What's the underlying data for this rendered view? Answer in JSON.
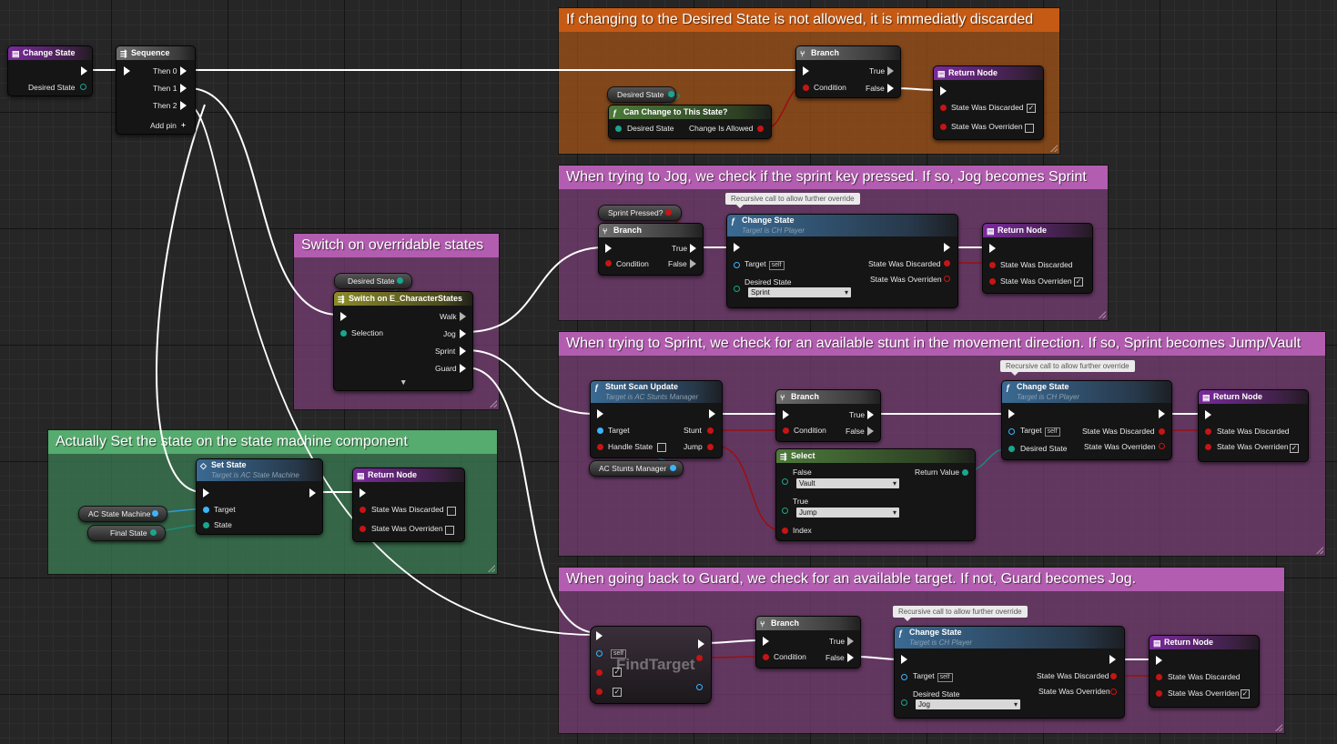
{
  "comments": [
    {
      "title": "If changing to the Desired State is not allowed, it is immediatly discarded"
    },
    {
      "title": "When trying to Jog, we check if the sprint key pressed. If so, Jog becomes Sprint"
    },
    {
      "title": "Switch on overridable states"
    },
    {
      "title": "When trying to Sprint, we check for an available stunt in the movement direction. If so, Sprint becomes Jump/Vault"
    },
    {
      "title": "Actually Set the state on the state machine component"
    },
    {
      "title": "When going back to Guard, we check for an available target. If not, Guard becomes Jog."
    }
  ],
  "bubbles": {
    "recursive": "Recursive call to allow further override"
  },
  "nodes": {
    "change_state_entry": {
      "title": "Change State",
      "pin_desired_state": "Desired State"
    },
    "sequence": {
      "title": "Sequence",
      "then0": "Then 0",
      "then1": "Then 1",
      "then2": "Then 2",
      "add_pin": "Add pin"
    },
    "branch": {
      "title": "Branch",
      "true": "True",
      "false": "False",
      "condition": "Condition"
    },
    "return_node": {
      "title": "Return Node",
      "discarded": "State Was Discarded",
      "overriden": "State Was Overriden"
    },
    "can_change": {
      "title": "Can Change to This State?",
      "desired": "Desired State",
      "allowed": "Change Is Allowed"
    },
    "var_desired_state": "Desired State",
    "var_sprint_pressed": "Sprint Pressed?",
    "var_ac_stunts": "AC Stunts Manager",
    "var_ac_state_machine": "AC State Machine",
    "var_final_state": "Final State",
    "change_state_call": {
      "title": "Change State",
      "subtitle": "Target is CH Player",
      "target": "Target",
      "self": "self",
      "desired": "Desired State",
      "discarded": "State Was Discarded",
      "overriden": "State Was Overriden"
    },
    "switch": {
      "title": "Switch on E_CharacterStates",
      "selection": "Selection",
      "walk": "Walk",
      "jog": "Jog",
      "sprint": "Sprint",
      "guard": "Guard"
    },
    "stunt_scan": {
      "title": "Stunt Scan Update",
      "subtitle": "Target is AC Stunts Manager",
      "target": "Target",
      "handle_state": "Handle State",
      "stunt": "Stunt",
      "jump": "Jump"
    },
    "select": {
      "title": "Select",
      "false": "False",
      "true": "True",
      "index": "Index",
      "return_value": "Return Value",
      "false_value": "Vault",
      "true_value": "Jump"
    },
    "set_state": {
      "title": "Set State",
      "subtitle": "Target is AC State Machine",
      "target": "Target",
      "state": "State"
    },
    "find_target": {
      "title": "FindTarget",
      "self": "self"
    }
  },
  "dropdowns": {
    "jog_branch": "Sprint",
    "guard_branch": "Jog"
  },
  "checkboxes": {
    "rn1_discarded": true,
    "rn1_overriden": false,
    "rn2_discarded": false,
    "rn2_overriden": true,
    "rn3_discarded": false,
    "rn3_overriden": true,
    "rn4_discarded": false,
    "rn4_overriden": false,
    "rn5_discarded": false,
    "rn5_overriden": true,
    "find_target_1": true,
    "find_target_2": true
  },
  "colors": {
    "exec_wire": "#ffffff",
    "bool_wire": "#a01010",
    "object_wire": "#2d9adf",
    "enum_wire": "#0f6d5d"
  }
}
